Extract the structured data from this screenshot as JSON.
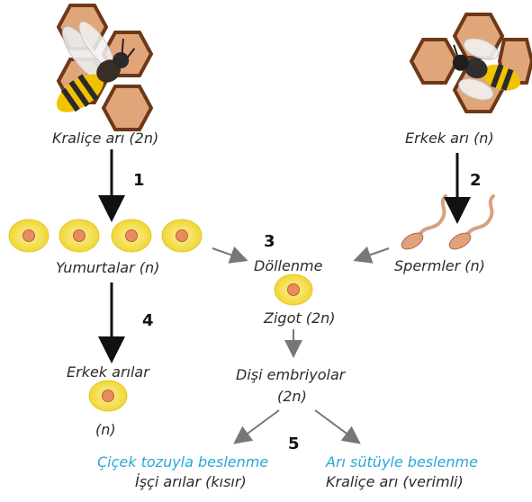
{
  "queen": {
    "label": "Kraliçe arı (2n)"
  },
  "drone": {
    "label": "Erkek arı (n)"
  },
  "eggs": {
    "label": "Yumurtalar (n)"
  },
  "sperm": {
    "label": "Spermler (n)"
  },
  "fertilization": {
    "label": "Döllenme"
  },
  "zygote": {
    "label": "Zigot (2n)"
  },
  "male_bees": {
    "label": "Erkek arılar",
    "ploidy": "(n)"
  },
  "female_embryos": {
    "label": "Dişi embriyolar",
    "ploidy": "(2n)"
  },
  "pollen_feeding": {
    "label": "Çiçek tozuyla beslenme"
  },
  "worker": {
    "label": "İşçi arılar (kısır)"
  },
  "royal_jelly": {
    "label": "Arı sütüyle beslenme"
  },
  "queen_result": {
    "label": "Kraliçe arı (verimli)"
  },
  "steps": [
    "1",
    "2",
    "3",
    "4",
    "5"
  ],
  "colors": {
    "honeycomb": "#e1a57a",
    "honeycomb_stroke": "#7a3f1f",
    "egg_outer": "#f6e25a",
    "egg_inner": "#e88b5e",
    "accent_text": "#2aa7d8",
    "arrow_dark": "#111111",
    "arrow_grey": "#777777"
  }
}
